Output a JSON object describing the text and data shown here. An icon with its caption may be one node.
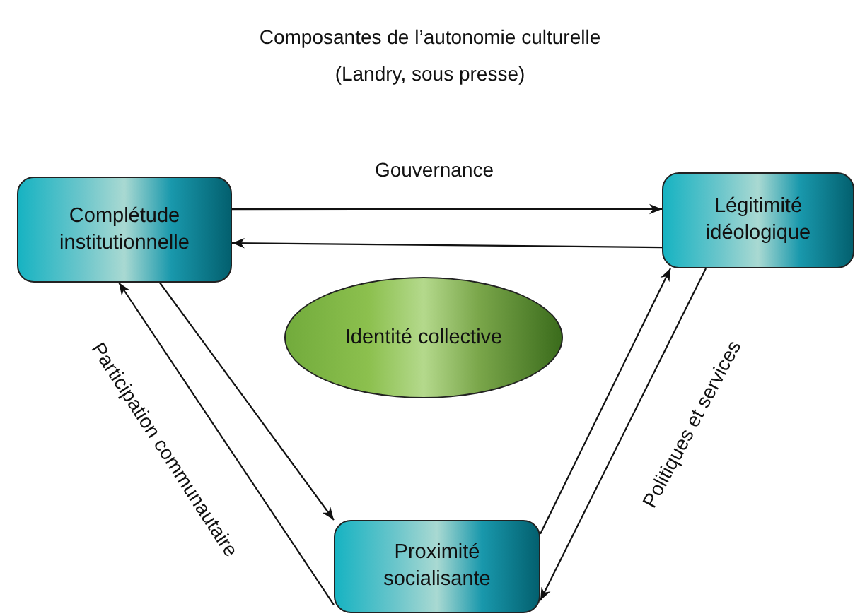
{
  "diagram": {
    "title": "Composantes de l’autonomie culturelle",
    "nodes": [
      {
        "text": [
          "Complétude institutionnelle"
        ]
      },
      {
        "text": [
          "Légitimité idéologique"
        ]
      },
      {
        "text": [
          "Identité collective"
        ]
      },
      {
        "text": [
          "Proximité socialisante"
        ]
      }
    ],
    "edges": [
      {
        "from": 0,
        "to": 1,
        "arrow": "to",
        "label": "Gouvernance"
      },
      {
        "from": 1,
        "to": 0,
        "arrow": "to"
      },
      {
        "from": 0,
        "to": 3,
        "arrow": "to"
      },
      {
        "from": 3,
        "to": 0,
        "arrow": "to",
        "label": "Participation communautaire"
      },
      {
        "from": 3,
        "to": 1,
        "arrow": "to"
      },
      {
        "from": 1,
        "to": 3,
        "arrow": "to",
        "label": "Politiques et services"
      }
    ],
    "labels": [
      "(Landry, sous presse)"
    ]
  }
}
